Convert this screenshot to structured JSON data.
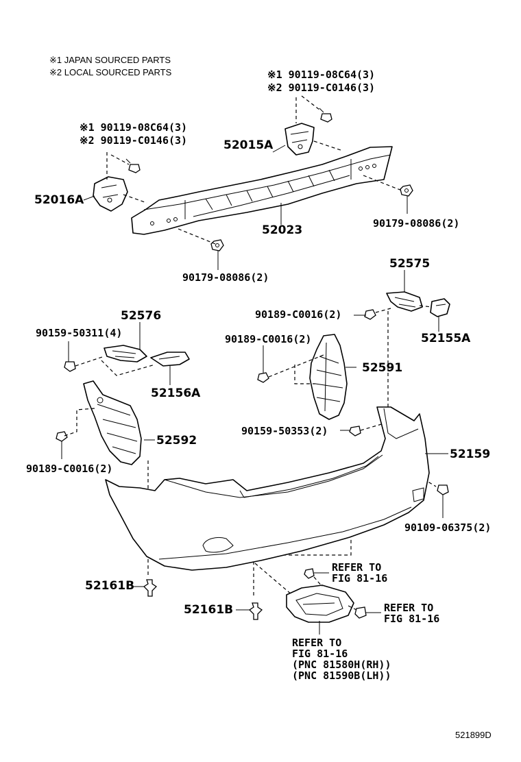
{
  "notes": {
    "note1": "※1 JAPAN SOURCED PARTS",
    "note2": "※2 LOCAL SOURCED PARTS"
  },
  "labels": {
    "bolt_right_jp": "※1 90119-08C64(3)",
    "bolt_right_local": "※2 90119-C0146(3)",
    "bolt_left_jp": "※1 90119-08C64(3)",
    "bolt_left_local": "※2 90119-C0146(3)",
    "bracket_right": "52015A",
    "bracket_left": "52016A",
    "reinforcement": "52023",
    "nut_right": "90179-08086(2)",
    "nut_left": "90179-08086(2)",
    "retainer_right": "52575",
    "clip_right_upper": "90189-C0016(2)",
    "retainer_right_b": "52155A",
    "clip_right_mid": "90189-C0016(2)",
    "absorber_right": "52591",
    "retainer_left": "52576",
    "screw_left": "90159-50311(4)",
    "retainer_left_b": "52156A",
    "absorber_left": "52592",
    "clip_left": "90189-C0016(2)",
    "screw_right": "90159-50353(2)",
    "bumper_cover": "52159",
    "screw_cover": "90109-06375(2)",
    "clip_bottom_left": "52161B",
    "clip_bottom_mid": "52161B",
    "refer_top_1": "REFER TO",
    "refer_top_2": "FIG 81-16",
    "refer_right_1": "REFER TO",
    "refer_right_2": "FIG 81-16",
    "refer_bottom_1": "REFER TO",
    "refer_bottom_2": "FIG 81-16",
    "refer_bottom_3": "(PNC 81580H(RH))",
    "refer_bottom_4": "(PNC 81590B(LH))",
    "diagram_code": "521899D"
  }
}
